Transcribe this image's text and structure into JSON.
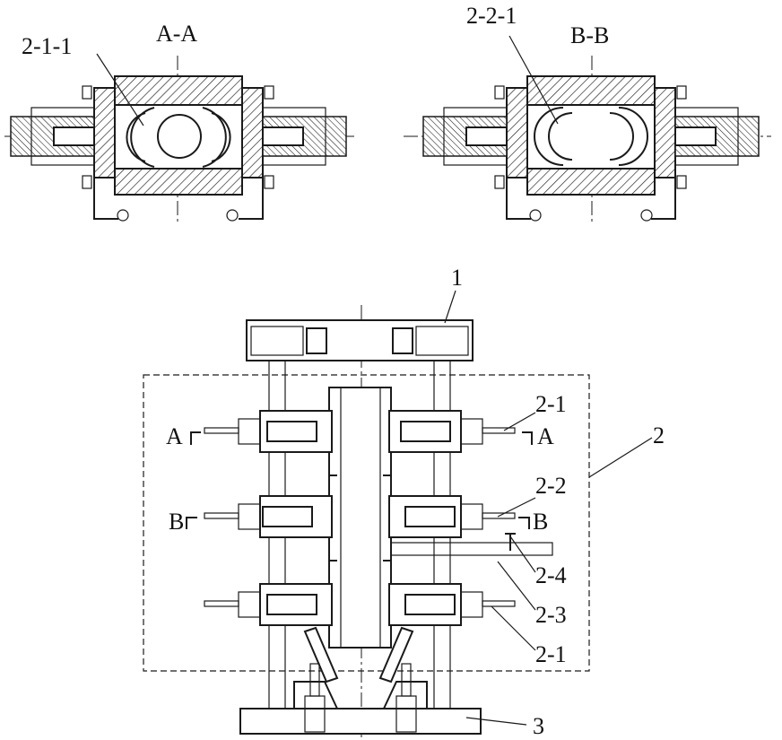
{
  "labels": {
    "section_aa": "A-A",
    "section_bb": "B-B",
    "part_2_1_1": "2-1-1",
    "part_2_2_1": "2-2-1",
    "part_1": "1",
    "part_2": "2",
    "part_3": "3",
    "part_2_1_top": "2-1",
    "part_2_1_bottom": "2-1",
    "part_2_2": "2-2",
    "part_2_3": "2-3",
    "part_2_4": "2-4",
    "mark_a_left": "A",
    "mark_a_right": "A",
    "mark_b_left": "B",
    "mark_b_right": "B"
  },
  "colors": {
    "line": "#1a1a1a",
    "background": "#ffffff"
  }
}
